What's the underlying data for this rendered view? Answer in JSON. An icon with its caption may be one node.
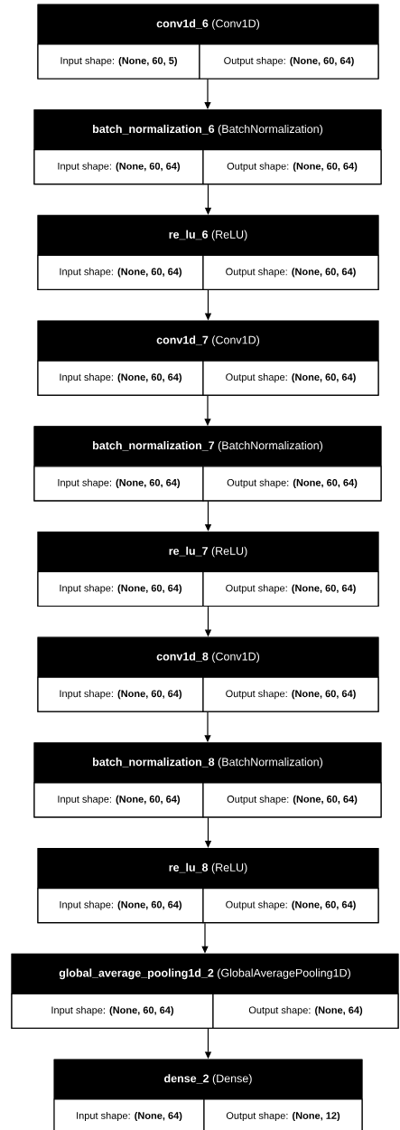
{
  "diagram": {
    "nodes": [
      {
        "text": [
          "**conv1d_6** (Conv1D)",
          "Input shape: **(None, 60, 5)**",
          "Output shape: **(None, 60, 64)**"
        ]
      },
      {
        "text": [
          "**batch_normalization_6** (BatchNormalization)",
          "Input shape: **(None, 60, 64)**",
          "Output shape: **(None, 60, 64)**"
        ]
      },
      {
        "text": [
          "**re_lu_6** (ReLU)",
          "Input shape: **(None, 60, 64)**",
          "Output shape: **(None, 60, 64)**"
        ]
      },
      {
        "text": [
          "**conv1d_7** (Conv1D)",
          "Input shape: **(None, 60, 64)**",
          "Output shape: **(None, 60, 64)**"
        ]
      },
      {
        "text": [
          "**batch_normalization_7** (BatchNormalization)",
          "Input shape: **(None, 60, 64)**",
          "Output shape: **(None, 60, 64)**"
        ]
      },
      {
        "text": [
          "**re_lu_7** (ReLU)",
          "Input shape: **(None, 60, 64)**",
          "Output shape: **(None, 60, 64)**"
        ]
      },
      {
        "text": [
          "**conv1d_8** (Conv1D)",
          "Input shape: **(None, 60, 64)**",
          "Output shape: **(None, 60, 64)**"
        ]
      },
      {
        "text": [
          "**batch_normalization_8** (BatchNormalization)",
          "Input shape: **(None, 60, 64)**",
          "Output shape: **(None, 60, 64)**"
        ]
      },
      {
        "text": [
          "**re_lu_8** (ReLU)",
          "Input shape: **(None, 60, 64)**",
          "Output shape: **(None, 60, 64)**"
        ]
      },
      {
        "text": [
          "**global_average_pooling1d_2** (GlobalAveragePooling1D)",
          "Input shape: **(None, 60, 64)**",
          "Output shape: **(None, 64)**"
        ]
      },
      {
        "text": [
          "**dense_2** (Dense)",
          "Input shape: **(None, 64)**",
          "Output shape: **(None, 12)**"
        ]
      }
    ],
    "edges": [
      {
        "from": 0,
        "to": 1,
        "arrow": "to"
      },
      {
        "from": 1,
        "to": 2,
        "arrow": "to"
      },
      {
        "from": 2,
        "to": 3,
        "arrow": "to"
      },
      {
        "from": 3,
        "to": 4,
        "arrow": "to"
      },
      {
        "from": 4,
        "to": 5,
        "arrow": "to"
      },
      {
        "from": 5,
        "to": 6,
        "arrow": "to"
      },
      {
        "from": 6,
        "to": 7,
        "arrow": "to"
      },
      {
        "from": 7,
        "to": 8,
        "arrow": "to"
      },
      {
        "from": 8,
        "to": 9,
        "arrow": "to"
      },
      {
        "from": 9,
        "to": 10,
        "arrow": "to"
      }
    ]
  }
}
